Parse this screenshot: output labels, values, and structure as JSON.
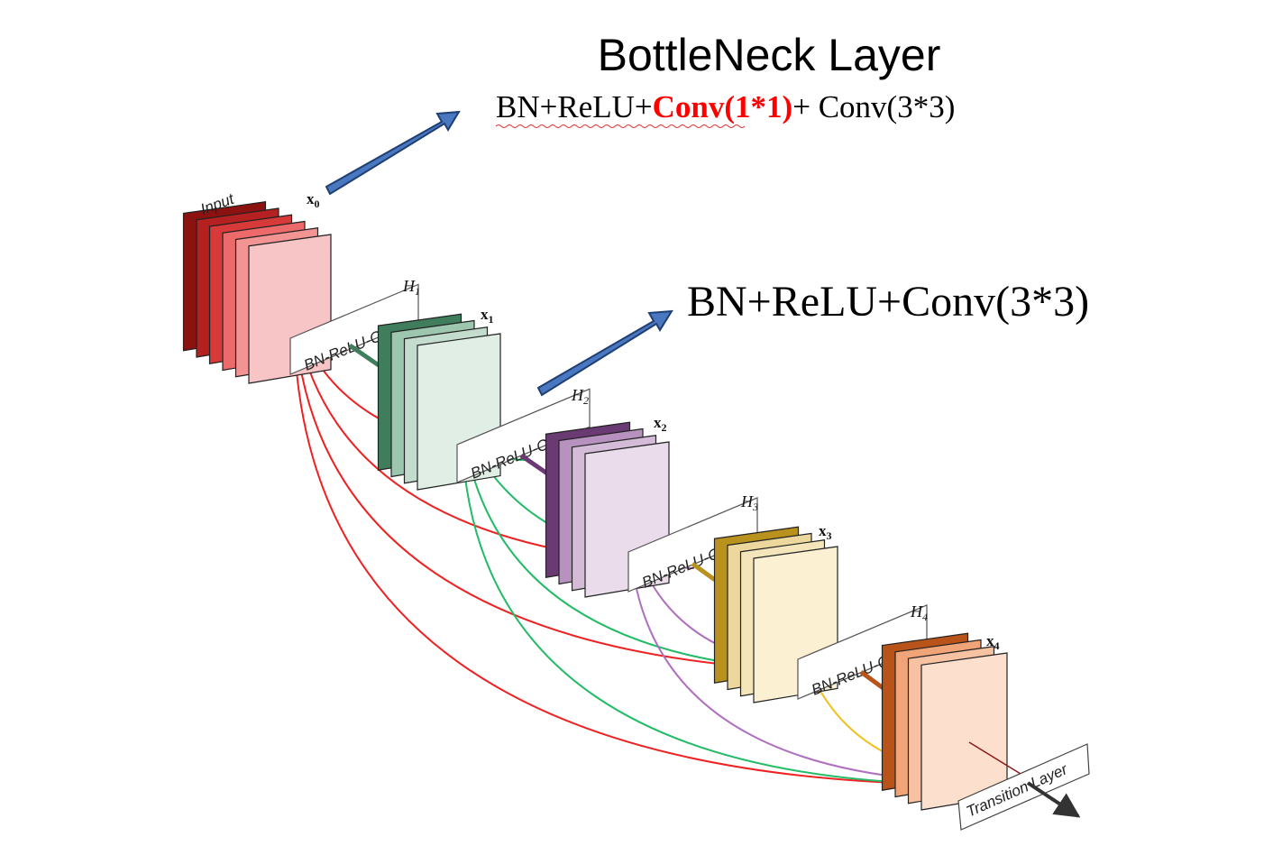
{
  "bottleneck": {
    "title": "BottleNeck Layer",
    "formula_part1": "BN+ReLU+",
    "formula_part2": "Conv(1*1)",
    "formula_part3": "+ Conv(3*3)"
  },
  "plain_layer": {
    "formula": "BN+ReLU+Conv(3*3)"
  },
  "input_label": "Input",
  "blocks": [
    {
      "id": "x0",
      "x_label": "x",
      "x_sub": "0",
      "front": "#f7c5c5",
      "layers": [
        "#8c1111",
        "#b52020",
        "#d83a3a",
        "#ec6a6a",
        "#f29494"
      ]
    },
    {
      "id": "x1",
      "x_label": "x",
      "x_sub": "1",
      "h_label": "H",
      "h_sub": "1",
      "conv_label": "BN-ReLU-Conv",
      "front": "#e0eee6",
      "layers": [
        "#3f7d5c",
        "#9cc7ae",
        "#c3dccd"
      ]
    },
    {
      "id": "x2",
      "x_label": "x",
      "x_sub": "2",
      "h_label": "H",
      "h_sub": "2",
      "conv_label": "BN-ReLU-Conv",
      "front": "#ebdcec",
      "layers": [
        "#6a3a73",
        "#b892bf",
        "#d4bcd8"
      ]
    },
    {
      "id": "x3",
      "x_label": "x",
      "x_sub": "3",
      "h_label": "H",
      "h_sub": "3",
      "conv_label": "BN-ReLU-Conv",
      "front": "#fbf0d2",
      "layers": [
        "#b8921c",
        "#ecd89c",
        "#f4e6ba"
      ]
    },
    {
      "id": "x4",
      "x_label": "x",
      "x_sub": "4",
      "h_label": "H",
      "h_sub": "4",
      "conv_label": "BN-ReLU-Conv",
      "front": "#fcdfcc",
      "layers": [
        "#b8541a",
        "#f0a478",
        "#f7c2a2"
      ]
    }
  ],
  "transition_label": "Transition Layer",
  "colors": {
    "arrow_blue": "#4a78c0",
    "highlight_red": "#ff0000",
    "conn_red": "#ee2222",
    "conn_green": "#22bb66",
    "conn_purple": "#b070c0",
    "conn_yellow": "#f0c020"
  }
}
